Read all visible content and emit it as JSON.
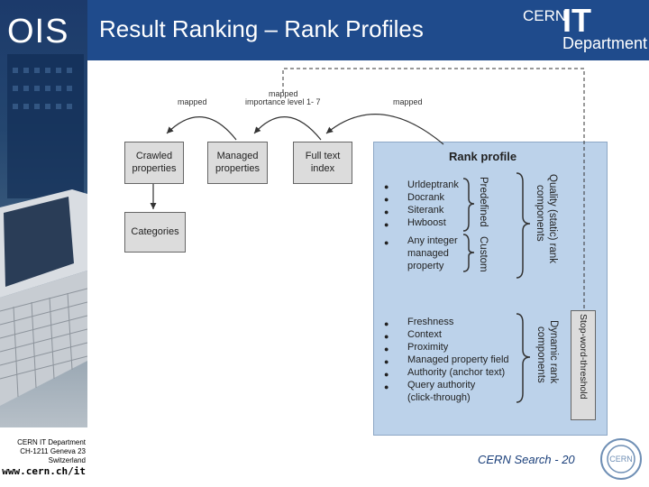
{
  "header": {
    "section": "OIS",
    "title": "Result Ranking – Rank Profiles",
    "logo_cern": "CERN",
    "logo_it": "IT",
    "logo_department": "Department"
  },
  "diagram": {
    "boxes": {
      "crawled": "Crawled properties",
      "managed": "Managed properties",
      "fulltext": "Full text index",
      "categories": "Categories"
    },
    "labels": {
      "mapped_left": "mapped",
      "mapped_mid_line1": "mapped",
      "mapped_mid_line2": "importance level 1- 7",
      "mapped_right": "mapped"
    },
    "rank_profile": {
      "title": "Rank profile",
      "static_items": [
        "Urldeptrank",
        "Docrank",
        "Siterank",
        "Hwboost"
      ],
      "custom_item_lines": [
        "Any integer",
        "managed",
        "property"
      ],
      "predefined_label": "Predefined",
      "custom_label": "Custom",
      "static_group_label_line1": "Quality (static) rank",
      "static_group_label_line2": "components",
      "dynamic_items": [
        "Freshness",
        "Context",
        "Proximity",
        "Managed property field",
        "Authority (anchor text)",
        "Query authority",
        "(click-through)"
      ],
      "dynamic_group_label_line1": "Dynamic rank",
      "dynamic_group_label_line2": "components",
      "stop_word_label": "Stop-word-threshold"
    }
  },
  "footer": {
    "dept_line1": "CERN IT Department",
    "dept_line2": "CH-1211 Geneva 23",
    "dept_line3": "Switzerland",
    "url": "www.cern.ch/it",
    "page_label": "CERN Search - 20",
    "seal_text": "CERN"
  }
}
